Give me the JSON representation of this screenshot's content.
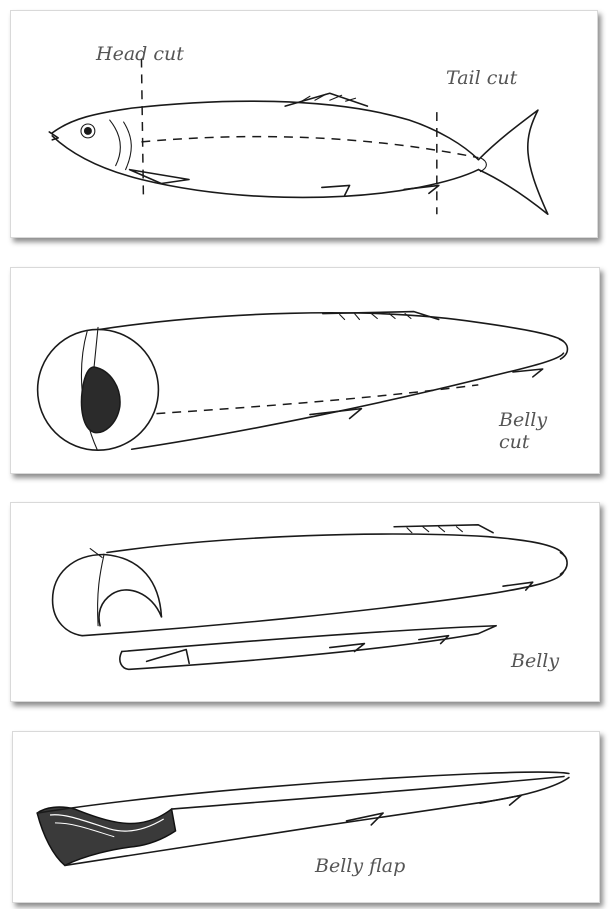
{
  "panels": [
    {
      "id": "whole-fish",
      "labels": {
        "head_cut": "Head cut",
        "tail_cut": "Tail cut"
      }
    },
    {
      "id": "belly-cut",
      "labels": {
        "belly_cut_line1": "Belly",
        "belly_cut_line2": "cut"
      }
    },
    {
      "id": "belly-removed",
      "labels": {
        "belly": "Belly"
      }
    },
    {
      "id": "belly-flap",
      "labels": {
        "belly_flap": "Belly flap"
      }
    }
  ]
}
